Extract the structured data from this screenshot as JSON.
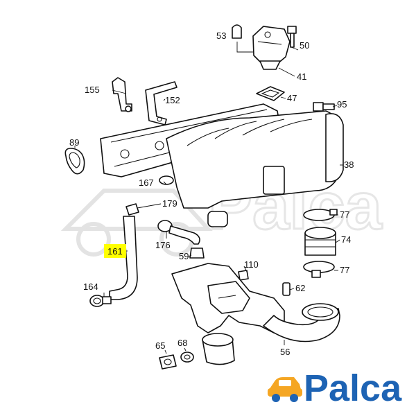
{
  "callouts": {
    "c53": "53",
    "c50": "50",
    "c41": "41",
    "c155": "155",
    "c152": "152",
    "c47": "47",
    "c95": "95",
    "c89": "89",
    "c38": "38",
    "c167": "167",
    "c179": "179",
    "c77a": "77",
    "c74": "74",
    "c176": "176",
    "c161": "161",
    "c59": "59",
    "c110": "110",
    "c77b": "77",
    "c164": "164",
    "c62": "62",
    "c65": "65",
    "c68": "68",
    "c56": "56"
  },
  "highlight": {
    "part": "161",
    "color": "#ffff00"
  },
  "brand": {
    "name": "Palca",
    "color": "#1d63b4",
    "accent": "#f5a623"
  },
  "watermark": {
    "text": "Palca"
  }
}
